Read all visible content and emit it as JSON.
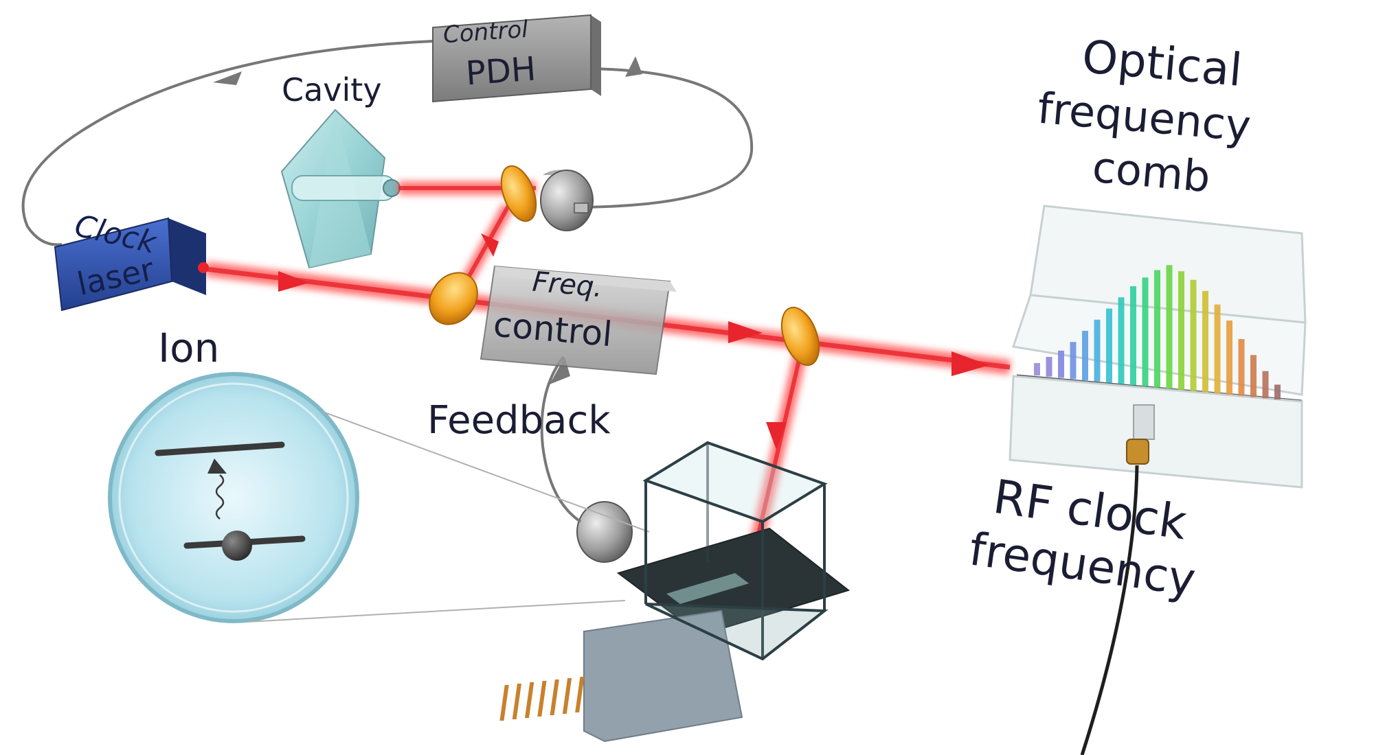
{
  "labels": {
    "control": "Control",
    "pdh": "PDH",
    "cavity": "Cavity",
    "clock": "Clock",
    "laser": "laser",
    "freq": "Freq.",
    "freq_control": "control",
    "ion": "Ion",
    "feedback": "Feedback",
    "comb_line1": "Optical",
    "comb_line2": "frequency",
    "comb_line3": "comb",
    "rf_line1": "RF clock",
    "rf_line2": "frequency"
  },
  "colors": {
    "laser_beam": "#e8242c",
    "clock_laser_box": "#2f4fa8",
    "pdh_box": "#8d8d8d",
    "freq_box": "#9a9a9a",
    "mirror": "#f2a21e",
    "cavity_glass": "#9fd3d6",
    "label_text": "#1a1d33",
    "loop_wire": "#777777"
  },
  "comb_spectrum": {
    "colors": [
      "#9b8bd8",
      "#8f86da",
      "#7f86e0",
      "#6f90e4",
      "#5c9ee2",
      "#48b0de",
      "#36c0d0",
      "#2cc9bb",
      "#2ccf9f",
      "#35d37e",
      "#49d65e",
      "#68d642",
      "#8cd236",
      "#b0cc33",
      "#cfbf33",
      "#e2ae38",
      "#e89c3c",
      "#e08a42",
      "#cf7a4a",
      "#b7705a",
      "#9f6a6a"
    ],
    "levels": [
      0.1,
      0.16,
      0.22,
      0.3,
      0.4,
      0.5,
      0.6,
      0.7,
      0.8,
      0.88,
      0.95,
      1.0,
      0.96,
      0.9,
      0.82,
      0.72,
      0.6,
      0.46,
      0.34,
      0.22,
      0.12
    ]
  }
}
